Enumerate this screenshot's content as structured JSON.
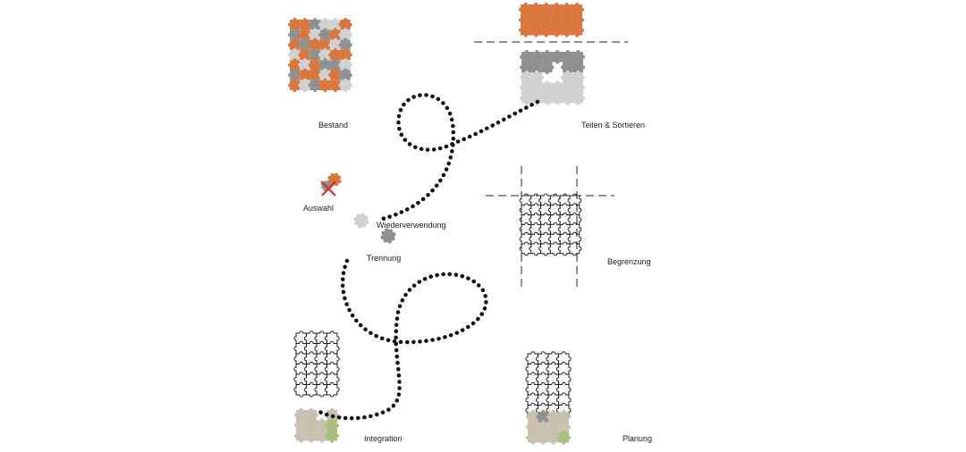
{
  "labels": {
    "bestand": "Bestand",
    "teilen": "Teilen & Sortieren",
    "auswahl": "Auswahl",
    "wiederverwendung": "Wiederverwendung",
    "trennung": "Trennung",
    "begrenzung": "Begrenzung",
    "integration": "Integration",
    "planung": "Planung"
  },
  "colors": {
    "orange": "#d9773f",
    "dark_grey": "#8e9092",
    "light_grey": "#cfd1d3",
    "beige": "#c9c0b0",
    "green": "#a9bd7d",
    "red": "#d8332c",
    "outline": "#1a1a1a",
    "path": "#111111"
  },
  "icons": [
    "puzzle-grid-icon",
    "puzzle-piece-icon",
    "cross-mark-icon",
    "dotted-path-icon",
    "dashed-boundary-line"
  ]
}
